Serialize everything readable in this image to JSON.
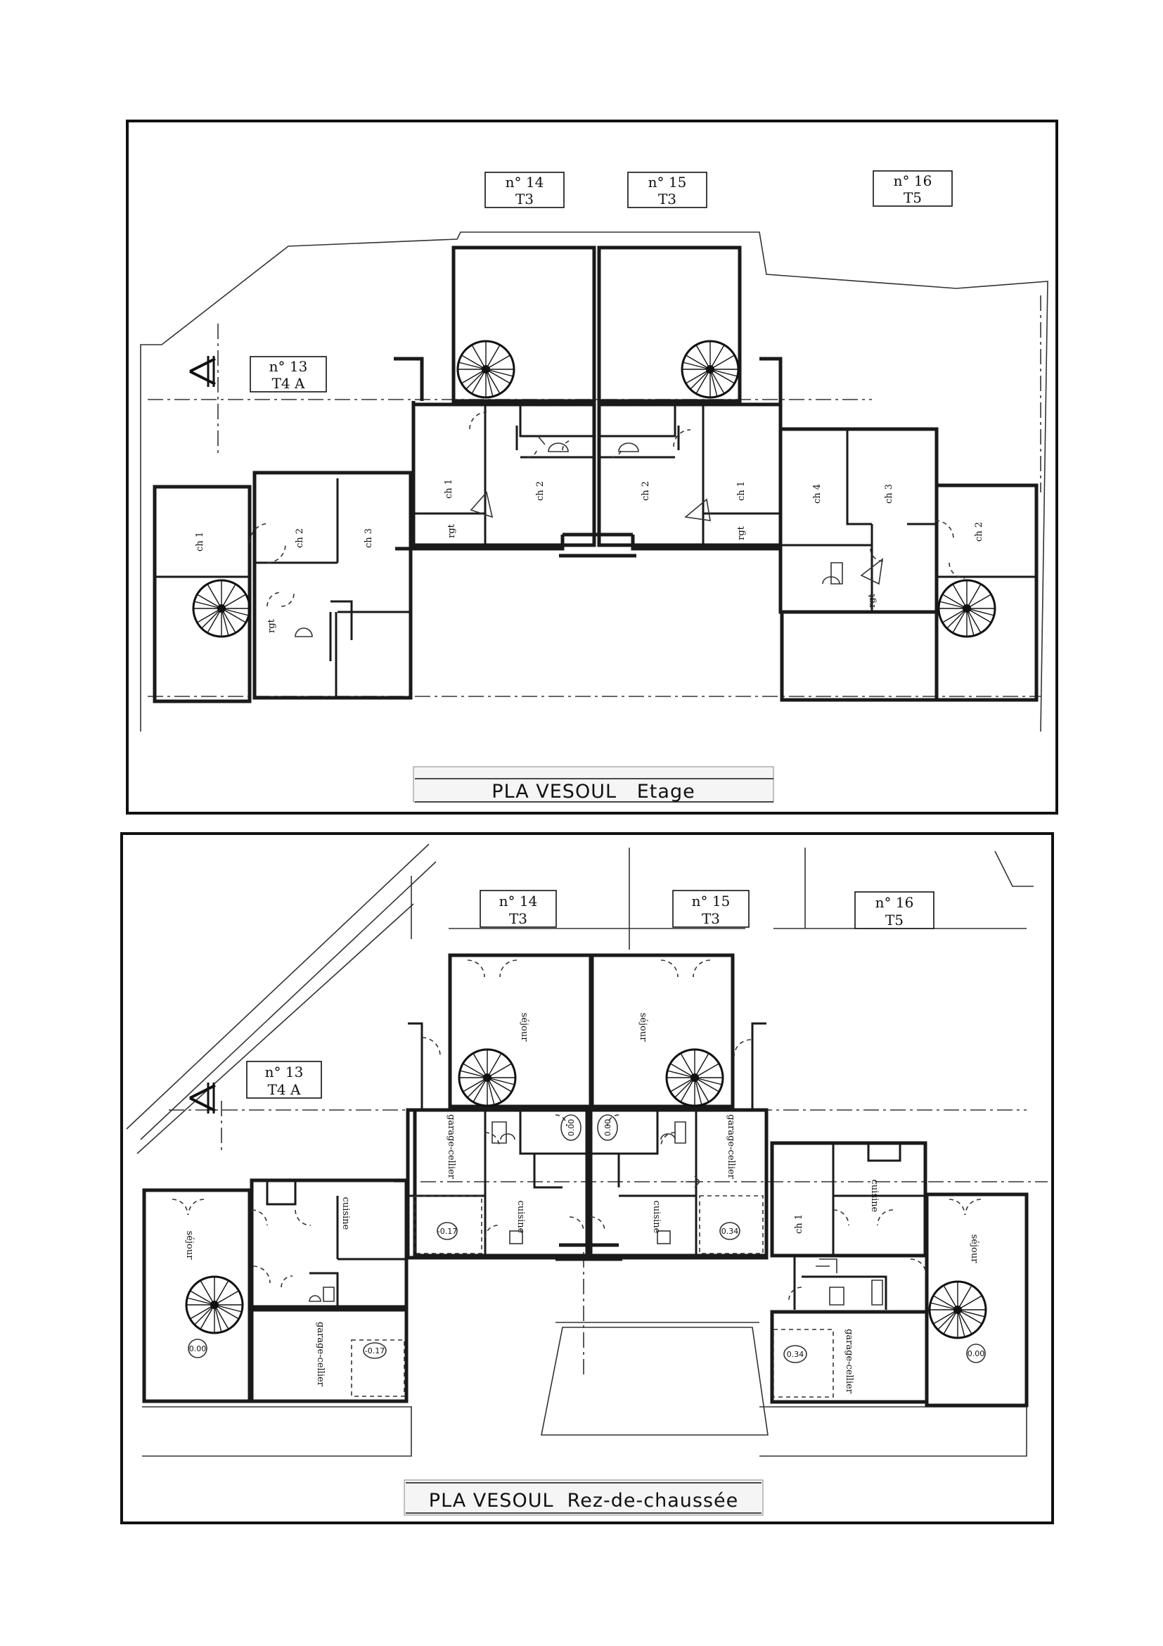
{
  "sheets": [
    {
      "title": "PLA VESOUL   Etage",
      "units": [
        {
          "num": "n° 13",
          "type": "T4 A"
        },
        {
          "num": "n° 14",
          "type": "T3"
        },
        {
          "num": "n° 15",
          "type": "T3"
        },
        {
          "num": "n° 16",
          "type": "T5"
        }
      ],
      "rooms": {
        "u13_ch1": "ch 1",
        "u13_ch2": "ch 2",
        "u13_ch3": "ch 3",
        "u13_rgt": "rgt",
        "u14_ch1": "ch 1",
        "u14_ch2": "ch 2",
        "u14_rgt": "rgt",
        "u15_ch2": "ch 2",
        "u15_ch1": "ch 1",
        "u15_rgt": "rgt",
        "u16_ch4": "ch 4",
        "u16_ch3": "ch 3",
        "u16_ch2": "ch 2",
        "u16_rgt": "rgt"
      }
    },
    {
      "title": "PLA VESOUL  Rez-de-chaussée",
      "units": [
        {
          "num": "n° 13",
          "type": "T4 A"
        },
        {
          "num": "n° 14",
          "type": "T3"
        },
        {
          "num": "n° 15",
          "type": "T3"
        },
        {
          "num": "n° 16",
          "type": "T5"
        }
      ],
      "rooms": {
        "u13_sejour": "séjour",
        "u13_cuisine": "cuisine",
        "u13_garage": "garage-cellier",
        "u14_sejour": "séjour",
        "u14_garage": "garage-cellier",
        "u14_cuisine": "cuisine",
        "u15_sejour": "séjour",
        "u15_cuisine": "cuisine",
        "u15_garage": "garage-cellier",
        "u16_ch1": "ch 1",
        "u16_cuisine": "cuisine",
        "u16_sejour": "séjour",
        "u16_garage": "garage-cellier"
      },
      "levels": {
        "u13_sejour": "0.00",
        "u13_garage": "-0.17",
        "u14_garage": "-0.17",
        "u14_entry": "0.00",
        "u15_entry": "0.00",
        "u15_garage": "0.34",
        "u16_garage": "0.34",
        "u16_sejour": "0.00"
      }
    }
  ]
}
